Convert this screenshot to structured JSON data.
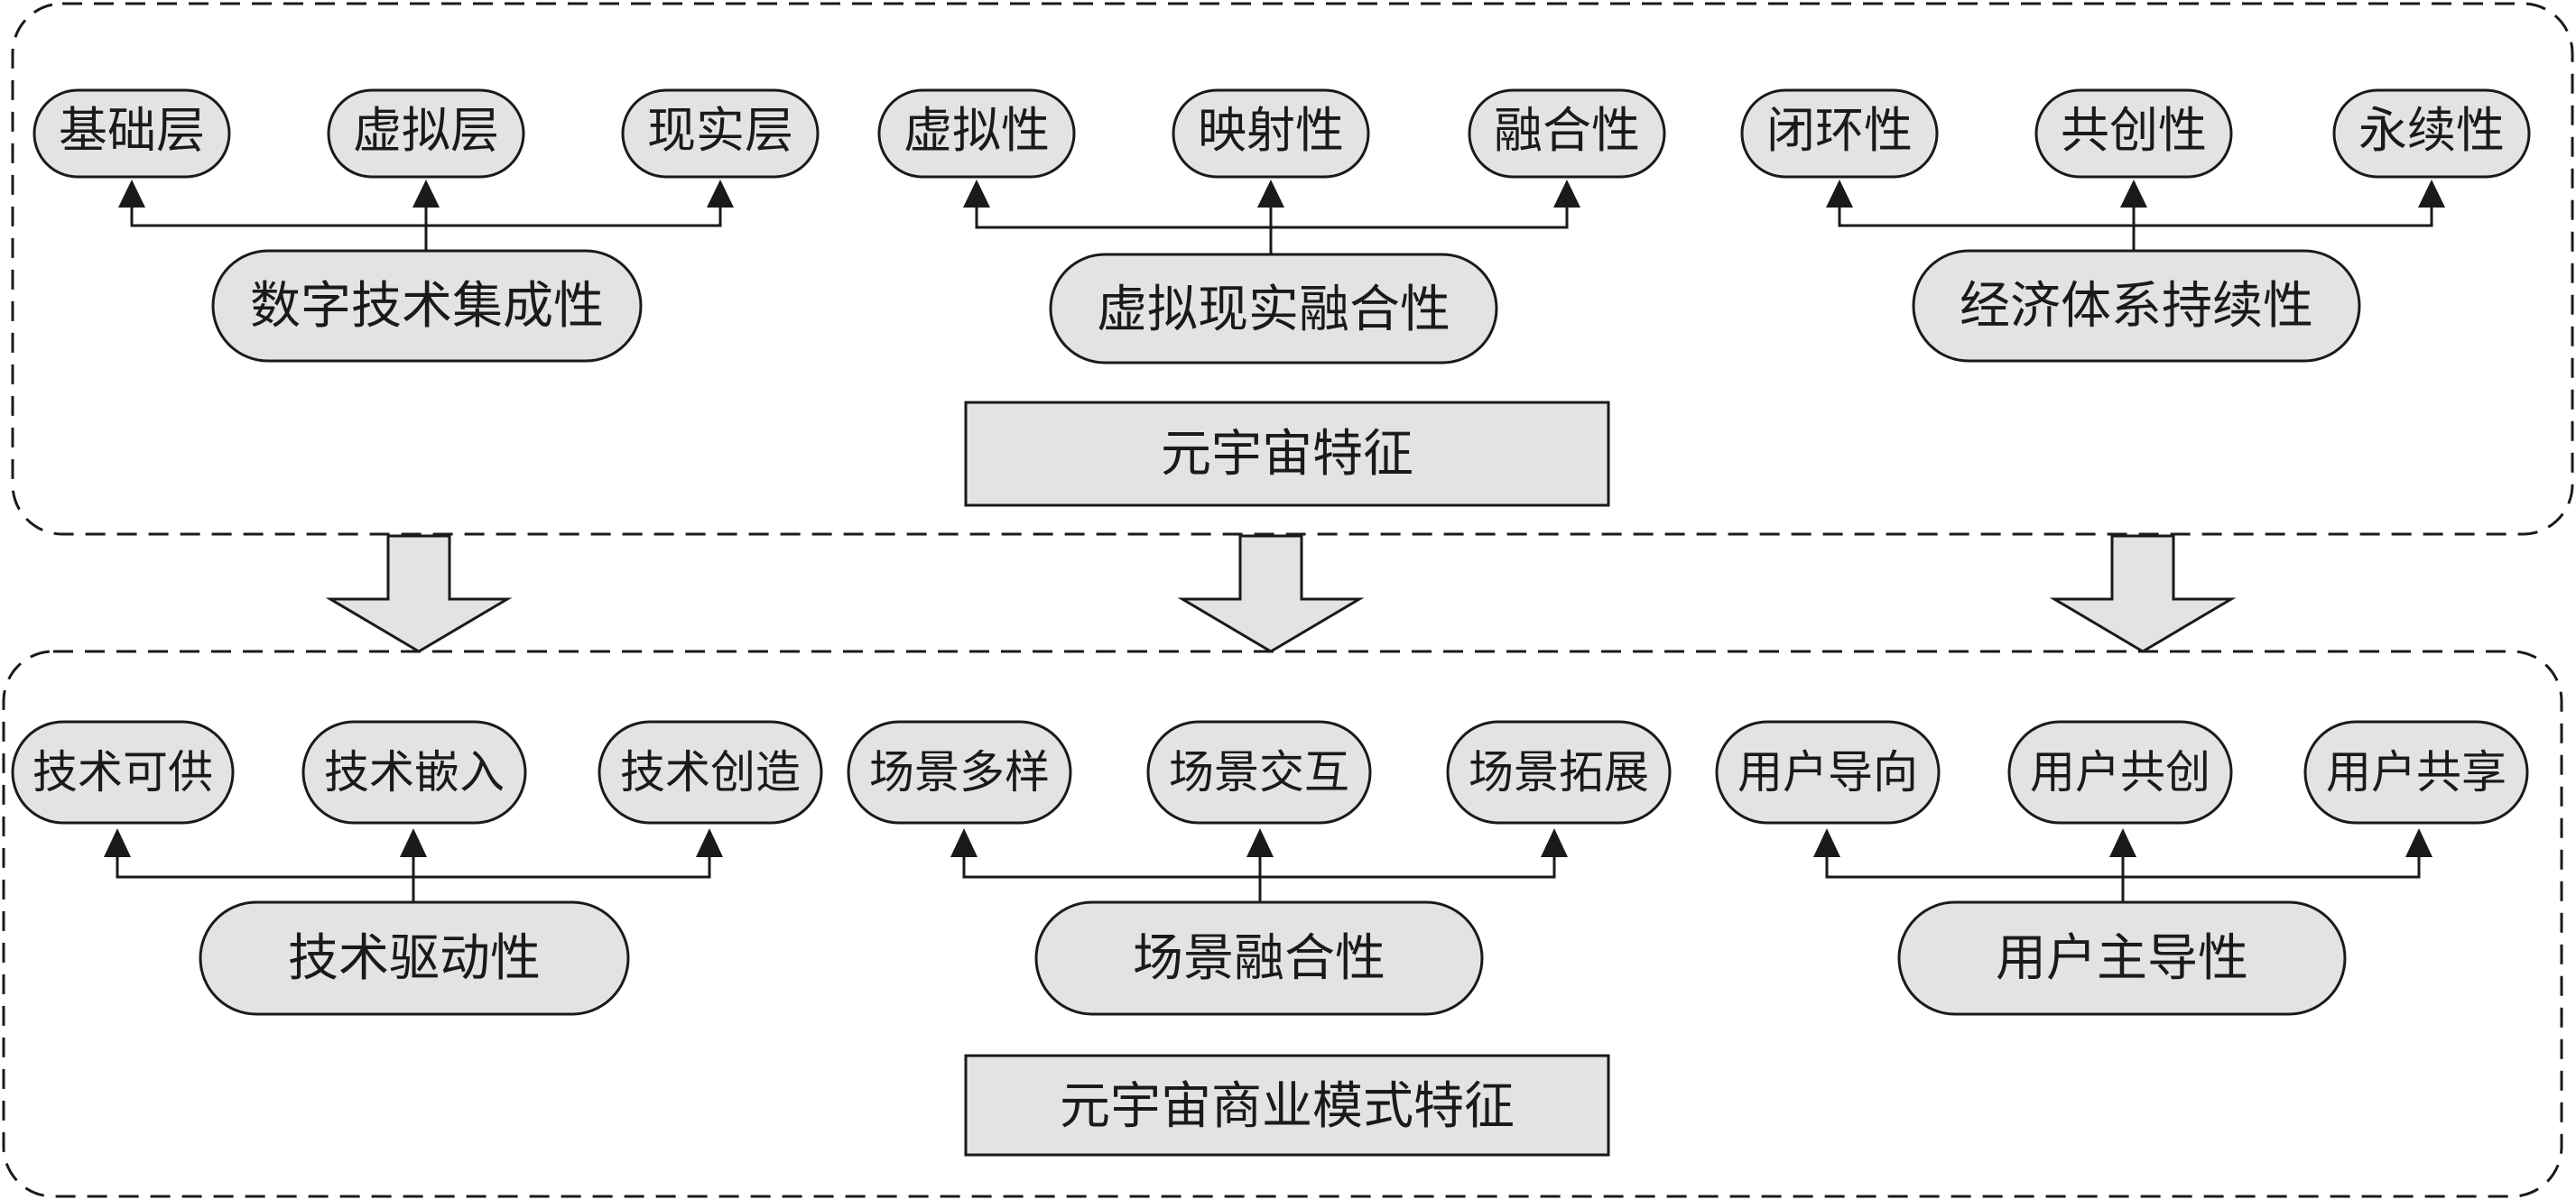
{
  "top_section": {
    "title": "元宇宙特征",
    "groups": [
      {
        "label": "数字技术集成性",
        "children": [
          "基础层",
          "虚拟层",
          "现实层"
        ]
      },
      {
        "label": "虚拟现实融合性",
        "children": [
          "虚拟性",
          "映射性",
          "融合性"
        ]
      },
      {
        "label": "经济体系持续性",
        "children": [
          "闭环性",
          "共创性",
          "永续性"
        ]
      }
    ]
  },
  "bottom_section": {
    "title": "元宇宙商业模式特征",
    "groups": [
      {
        "label": "技术驱动性",
        "children": [
          "技术可供",
          "技术嵌入",
          "技术创造"
        ]
      },
      {
        "label": "场景融合性",
        "children": [
          "场景多样",
          "场景交互",
          "场景拓展"
        ]
      },
      {
        "label": "用户主导性",
        "children": [
          "用户导向",
          "用户共创",
          "用户共享"
        ]
      }
    ]
  },
  "colors": {
    "fill": "#e3e3e3",
    "stroke": "#1a1a1a",
    "background": "#ffffff"
  }
}
